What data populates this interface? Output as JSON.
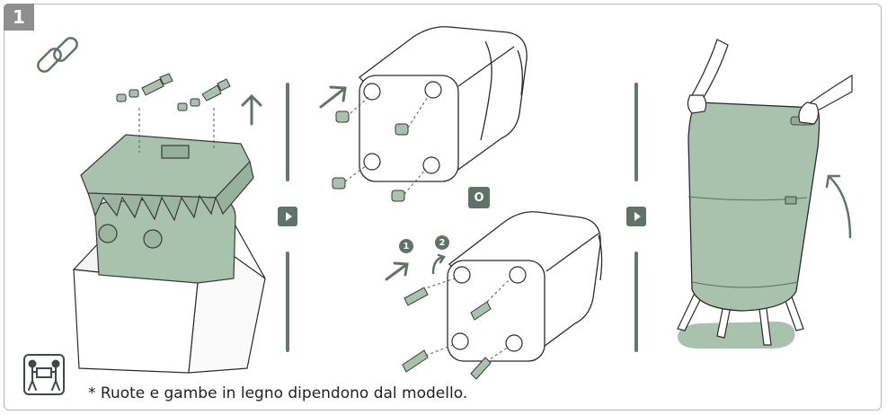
{
  "step_number": "1",
  "or_label": "O",
  "step_markers": [
    "1",
    "2"
  ],
  "footnote": "* Ruote e gambe in legno dipendono dal modello.",
  "colors": {
    "product_fill": "#a9c2ad",
    "accent_dark": "#607368",
    "separator": "#65796b",
    "badge_gray": "#8f8f8f",
    "outline": "#2b2b2b"
  },
  "icons": {
    "attach": "link-chain-icon",
    "lift": "arrow-up-icon",
    "next": "play-triangle-icon",
    "rotate": "curved-arrow-icon",
    "carry": "two-person-lift-icon"
  }
}
